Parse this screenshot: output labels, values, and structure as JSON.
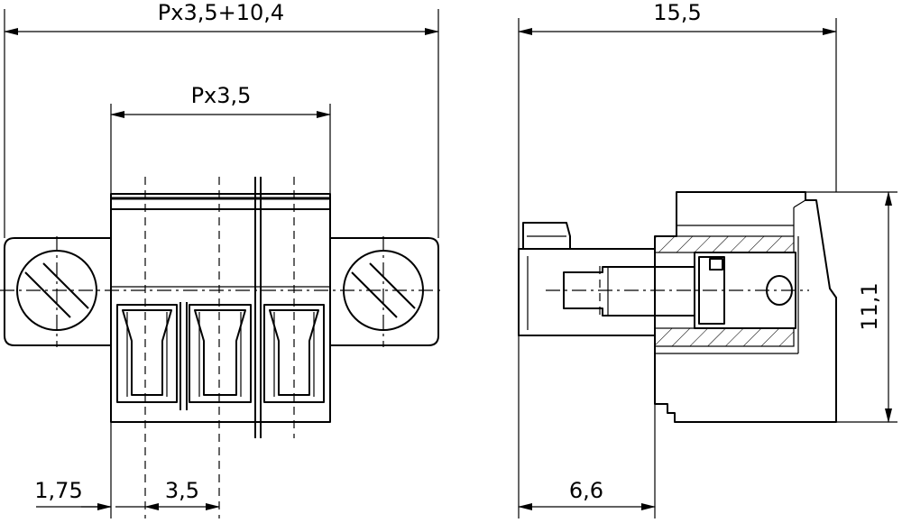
{
  "dimensions": {
    "total_width": "Px3,5+10,4",
    "pitch_span": "Px3,5",
    "depth": "15,5",
    "height": "11,1",
    "edge_offset": "1,75",
    "pitch": "3,5",
    "pin_offset": "6,6"
  }
}
